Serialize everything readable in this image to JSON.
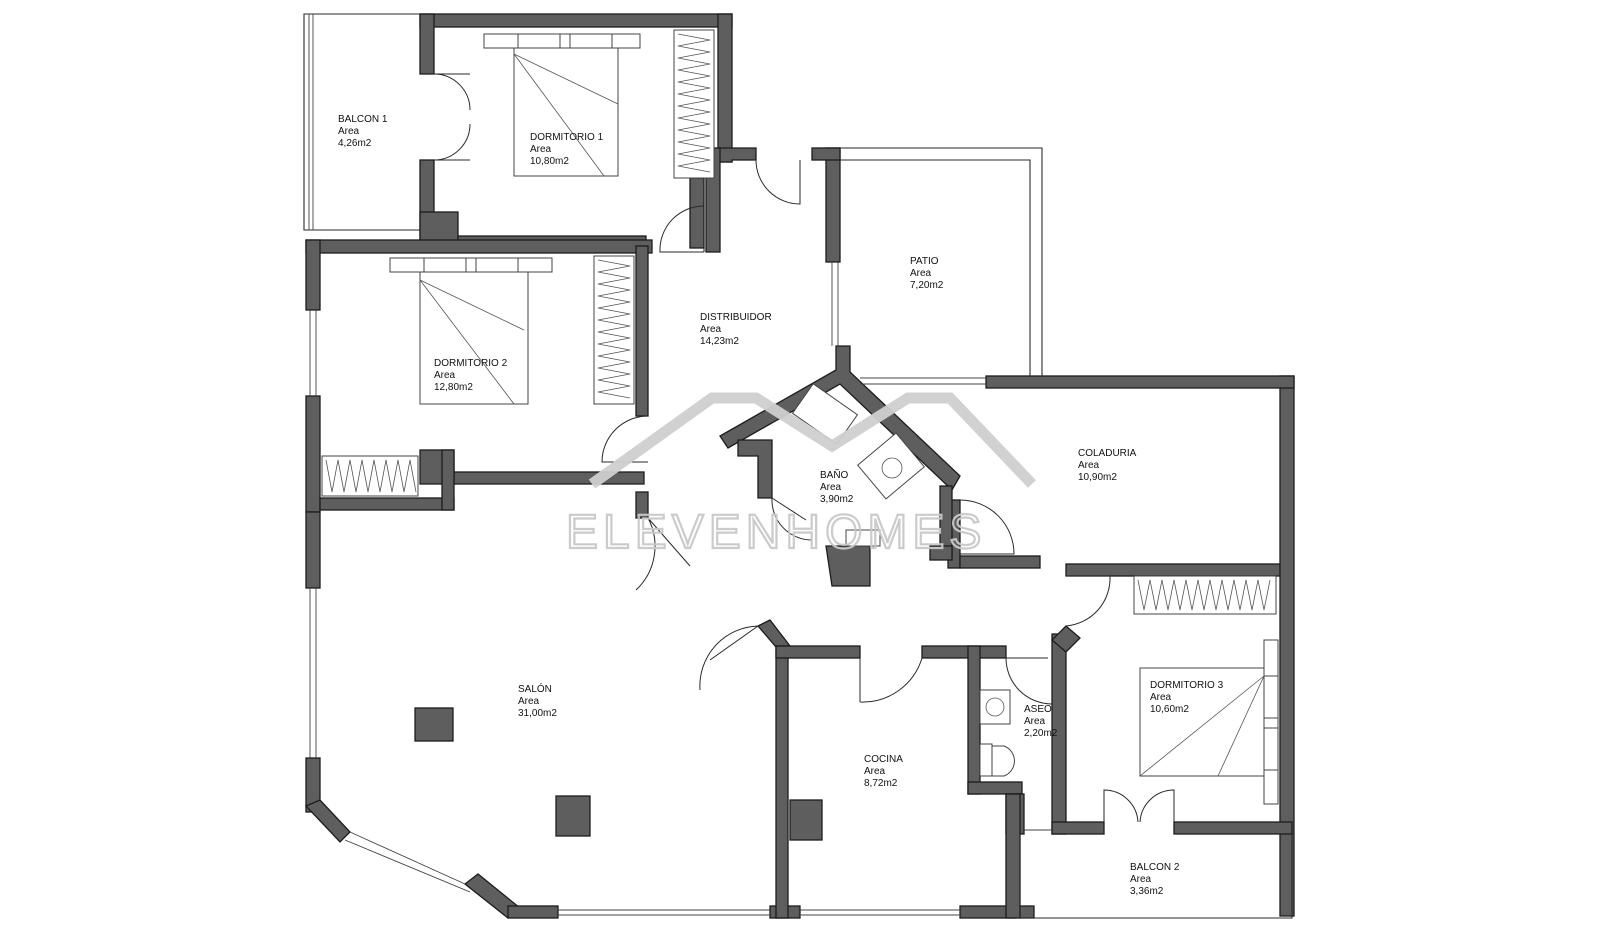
{
  "rooms": [
    {
      "id": "balcon1",
      "name": "BALCON 1",
      "area_label": "Area",
      "area": "4,26m2"
    },
    {
      "id": "dormitorio1",
      "name": "DORMITORIO 1",
      "area_label": "Area",
      "area": "10,80m2"
    },
    {
      "id": "dormitorio2",
      "name": "DORMITORIO 2",
      "area_label": "Area",
      "area": "12,80m2"
    },
    {
      "id": "distribuidor",
      "name": "DISTRIBUIDOR",
      "area_label": "Area",
      "area": "14,23m2"
    },
    {
      "id": "patio",
      "name": "PATIO",
      "area_label": "Area",
      "area": "7,20m2"
    },
    {
      "id": "coladuria",
      "name": "COLADURIA",
      "area_label": "Area",
      "area": "10,90m2"
    },
    {
      "id": "bano",
      "name": "BAÑO",
      "area_label": "Area",
      "area": "3,90m2"
    },
    {
      "id": "salon",
      "name": "SALÓN",
      "area_label": "Area",
      "area": "31,00m2"
    },
    {
      "id": "cocina",
      "name": "COCINA",
      "area_label": "Area",
      "area": "8,72m2"
    },
    {
      "id": "aseo",
      "name": "ASEO",
      "area_label": "Area",
      "area": "2,20m2"
    },
    {
      "id": "dormitorio3",
      "name": "DORMITORIO 3",
      "area_label": "Area",
      "area": "10,60m2"
    },
    {
      "id": "balcon2",
      "name": "BALCON 2",
      "area_label": "Area",
      "area": "3,36m2"
    }
  ],
  "watermark": {
    "text": "ELEVENHOMES"
  },
  "colors": {
    "wall": "#5e5e5e",
    "line": "#2a2a2a",
    "watermark": "#c9c9c9"
  }
}
